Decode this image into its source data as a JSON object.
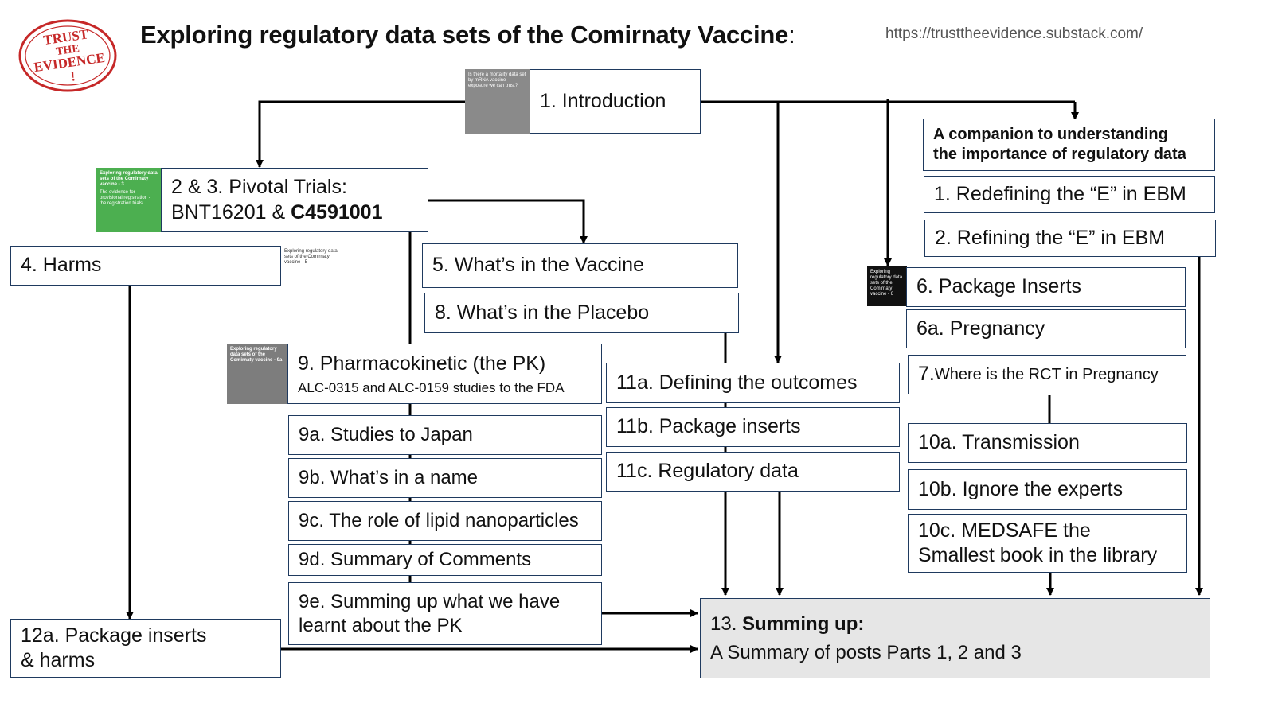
{
  "header": {
    "title": "Exploring regulatory data sets of the Comirnaty Vaccine",
    "colon": ":",
    "url": "https://trusttheevidence.substack.com/"
  },
  "logo": {
    "line1": "TRUST",
    "line2": "THE",
    "line3": "EVIDENCE",
    "line4": "!"
  },
  "thumbnails": {
    "intro": {
      "text": "Is there a mortality data set by mRNA vaccine exposure we can trust?",
      "fill": "#8a8a8a"
    },
    "pivotal": {
      "text": "Exploring regulatory data sets of the Comirnaty vaccine - 3",
      "sub": "The evidence for provisional registration - the registration trials",
      "fill": "#4caf50"
    },
    "harms": {
      "text": "Exploring regulatory data sets of the Comirnaty vaccine - 5",
      "fill": "#ffffff"
    },
    "pk": {
      "text": "Exploring regulatory data sets of the Comirnaty vaccine - 9a",
      "fill": "#7d7d7d"
    },
    "inserts": {
      "text": "Exploring regulatory data sets of the Comirnaty vaccine - 6",
      "fill": "#111111"
    }
  },
  "boxes": {
    "intro": "1. Introduction",
    "pivotal_line1": "2 & 3. Pivotal Trials:",
    "pivotal_line2a": "BNT16201 & ",
    "pivotal_line2b": "C4591001",
    "harms": "4. Harms",
    "vaccine": "5. What’s in the  Vaccine",
    "placebo": "8. What’s in  the  Placebo",
    "pk_title": "9. Pharmacokinetic (the PK)",
    "pk_sub": "ALC-0315 and ALC-0159 studies to the FDA",
    "b9a": "9a. Studies to Japan",
    "b9b": "9b. What’s in a name",
    "b9c": "9c. The role of  lipid nanoparticles",
    "b9d": "9d. Summary of Comments",
    "b9e_line1": "9e. Summing up what we have",
    "b9e_line2": "learnt about the PK",
    "b11a": "11a. Defining the outcomes",
    "b11b": "11b. Package inserts",
    "b11c": "11c. Regulatory data",
    "b12a_line1": "12a. Package inserts",
    "b12a_line2": "& harms",
    "companion_line1": "A companion to understanding",
    "companion_line2": "the importance of regulatory data",
    "redefining": "1. Redefining the “E” in EBM",
    "refining": "2. Refining the “E” in EBM",
    "b6": "6. Package Inserts",
    "b6a": "6a. Pregnancy",
    "b7_num": "7.",
    "b7_text": " Where is the  RCT in Pregnancy",
    "b10a": "10a. Transmission",
    "b10b": "10b. Ignore the experts",
    "b10c_line1": "10c. MEDSAFE the",
    "b10c_line2": "Smallest book in the library",
    "summing_num": "13. ",
    "summing_bold": "Summing up:",
    "summing_line2": "A Summary of posts Parts  1, 2 and 3"
  },
  "colors": {
    "box_border": "#1f3a5f",
    "arrow": "#000000",
    "summary_fill": "#e6e6e6",
    "logo_red": "#c62828"
  }
}
